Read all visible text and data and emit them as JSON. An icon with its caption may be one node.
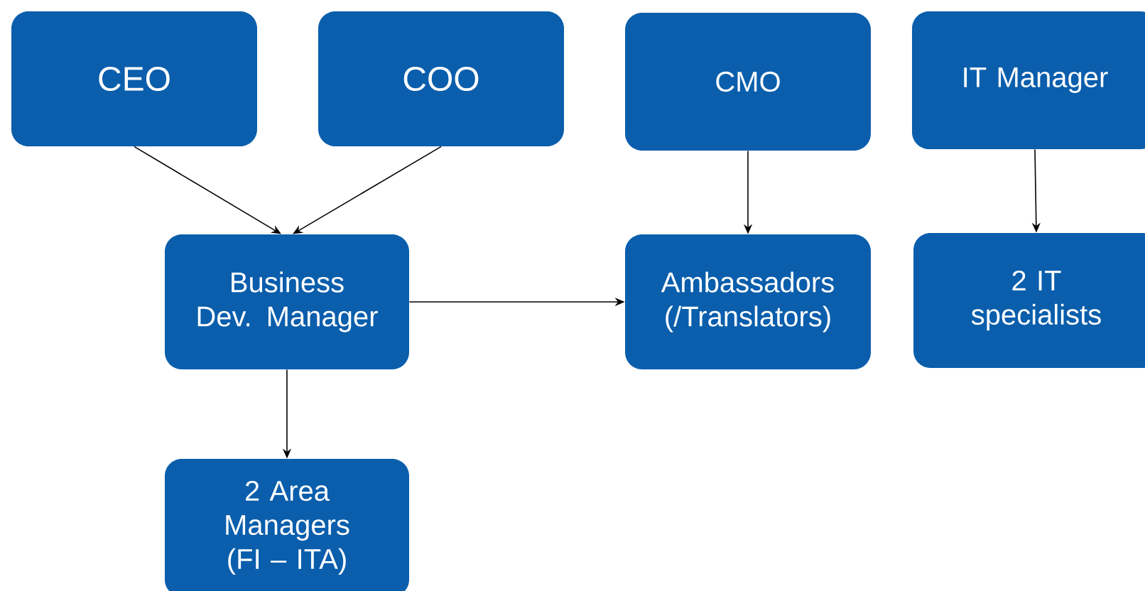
{
  "diagram": {
    "nodes": [
      {
        "text": [
          "CEO"
        ]
      },
      {
        "text": [
          "COO"
        ]
      },
      {
        "text": [
          "CMO"
        ]
      },
      {
        "text": [
          "IT Manager"
        ]
      },
      {
        "text": [
          "Business Dev. Manager"
        ]
      },
      {
        "text": [
          "Ambassadors (/Translators)"
        ]
      },
      {
        "text": [
          "2 IT specialists"
        ]
      },
      {
        "text": [
          "2 Area Managers (FI – ITA)"
        ]
      }
    ],
    "edges": [
      {
        "from": 0,
        "to": 4,
        "arrow": "to"
      },
      {
        "from": 1,
        "to": 4,
        "arrow": "to"
      },
      {
        "from": 4,
        "to": 5,
        "arrow": "to"
      },
      {
        "from": 2,
        "to": 5,
        "arrow": "to"
      },
      {
        "from": 3,
        "to": 6,
        "arrow": "to"
      },
      {
        "from": 4,
        "to": 7,
        "arrow": "to"
      }
    ]
  }
}
